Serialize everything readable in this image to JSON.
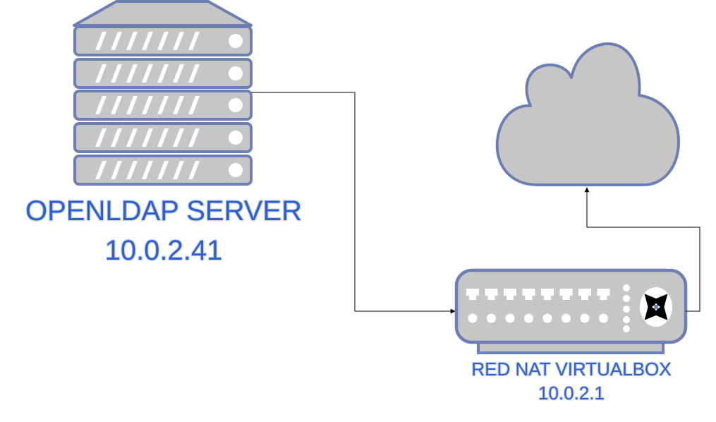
{
  "server": {
    "name": "OPENLDAP SERVER",
    "ip": "10.0.2.41"
  },
  "router": {
    "name": "RED NAT VIRTUALBOX",
    "ip": "10.0.2.1"
  },
  "cloud": {
    "icon": "cloud-icon"
  },
  "colors": {
    "device_fill": "#c6c6c6",
    "device_stroke": "#6b7fb5",
    "label": "#2f5fcf",
    "connector": "#000000"
  }
}
